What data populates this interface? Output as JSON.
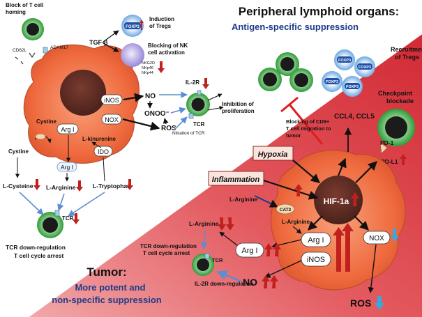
{
  "top_region": {
    "title": "Peripheral lymphoid organs:",
    "subtitle": "Antigen-specific suppression"
  },
  "bottom_region": {
    "title": "Tumor:",
    "subtitle_line1": "More potent and",
    "subtitle_line2": "non-specific suppression"
  },
  "left_panel": {
    "block_homing_line1": "Block of T cell",
    "block_homing_line2": "homing",
    "cd62l": "CD62L",
    "adam17": "ADAM17",
    "tgf_beta": "TGF-β",
    "foxp3": "FOXP3",
    "induction_line1": "Induction",
    "induction_line2": "of Tregs",
    "nk_block_line1": "Blocking of NK",
    "nk_block_line2": "cell activation",
    "nkg2d": "NKG2D",
    "nkp46": "NKp46",
    "nkp44": "NKp44",
    "inos": "iNOS",
    "nox": "NOX",
    "no": "NO",
    "onoo": "ONOO⁻",
    "ros": "ROS",
    "il2r": "IL-2R",
    "tcr": "TCR",
    "nitration": "Nitration of TCR",
    "inhibition_line1": "Inhibition of",
    "inhibition_line2": "proliferation",
    "cystine_inner": "Cystine",
    "arg1": "Arg I",
    "ido": "IDO",
    "l_kinurenine": "L-kinurenine",
    "cystine_outer": "Cystine",
    "arg1_outer": "Arg I",
    "l_cysteine": "L-Cysteine",
    "l_arginine": "L-Arginine",
    "l_tryptophan": "L-Tryptophan",
    "tcr_lower": "TCR",
    "tcr_down_line1": "TCR down-regulation",
    "tcr_down_line2": "T cell cycle arrest"
  },
  "right_panel": {
    "recruitment_line1": "Recruitment",
    "recruitment_line2": "of Tregs",
    "checkpoint_line1": "Checkpoint",
    "checkpoint_line2": "blockade",
    "cd8_block_line1": "Blocking of  CD8+",
    "cd8_block_line2": "T cell migration to",
    "cd8_block_line3": "tumor",
    "ccl": "CCL4, CCL5",
    "pd1": "PD-1",
    "pdl1": "PD-L1",
    "hypoxia": "Hypoxia",
    "inflammation": "Inflammation",
    "l_arginine_in": "L-Arginine",
    "cat2": "CAT2",
    "l_arginine_cell": "L-Arginine",
    "hif1a": "HIF-1a",
    "l_arginine_left": "L-Arginine",
    "tcr_down_line1": "TCR down-regulation",
    "tcr_down_line2": "T cell cycle arrest",
    "arg1_ext": "Arg I",
    "tcr": "TCR",
    "arg1_cell": "Arg I",
    "inos_cell": "iNOS",
    "nox_cell": "NOX",
    "no": "NO",
    "il2r_down": "IL-2R down-regulation",
    "ros": "ROS"
  },
  "colors": {
    "tumor_bg": "#e0303a",
    "cell_fill": "#f26a3c",
    "nucleus": "#5e2e26",
    "tcell_outer": "#3aa844",
    "tcell_inner": "#1b1b1b",
    "treg_outer": "#7fb7e8",
    "nk_outer": "#a99ae0",
    "arrow_blue": "#5b8ed0",
    "up_red": "#c0211d",
    "down_blue": "#3aa7dd"
  }
}
